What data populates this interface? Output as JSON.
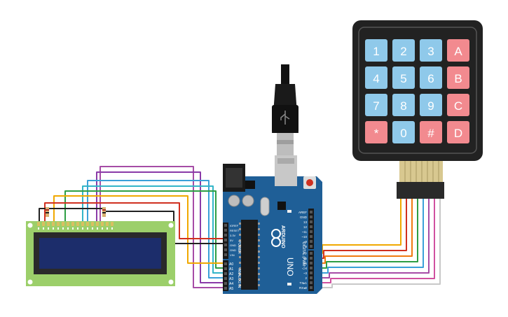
{
  "keypad": {
    "keys": [
      {
        "label": "1",
        "color": "#8fc9ea"
      },
      {
        "label": "2",
        "color": "#8fc9ea"
      },
      {
        "label": "3",
        "color": "#8fc9ea"
      },
      {
        "label": "A",
        "color": "#f28a8f"
      },
      {
        "label": "4",
        "color": "#8fc9ea"
      },
      {
        "label": "5",
        "color": "#8fc9ea"
      },
      {
        "label": "6",
        "color": "#8fc9ea"
      },
      {
        "label": "B",
        "color": "#f28a8f"
      },
      {
        "label": "7",
        "color": "#8fc9ea"
      },
      {
        "label": "8",
        "color": "#8fc9ea"
      },
      {
        "label": "9",
        "color": "#8fc9ea"
      },
      {
        "label": "C",
        "color": "#f28a8f"
      },
      {
        "label": "*",
        "color": "#f28a8f"
      },
      {
        "label": "0",
        "color": "#8fc9ea"
      },
      {
        "label": "#",
        "color": "#f28a8f"
      },
      {
        "label": "D",
        "color": "#f28a8f"
      }
    ]
  },
  "arduino": {
    "brand": "ARDUINO",
    "model": "UNO",
    "digital_header": "DIGITAL (PWM~)",
    "power_header": "POWER",
    "analog_header": "ANALOG IN",
    "power_pins": [
      "IOREF",
      "RESET",
      "3.3V",
      "5V",
      "GND",
      "GND",
      "VIN"
    ],
    "analog_pins": [
      "A0",
      "A1",
      "A2",
      "A3",
      "A4",
      "A5"
    ],
    "digital_pins_top": [
      "AREF",
      "GND",
      "13",
      "12",
      "~11",
      "~10",
      "~9",
      "8"
    ],
    "digital_pins_bottom": [
      "7",
      "~6",
      "~5",
      "4",
      "~3",
      "2",
      "TX▸1",
      "RX◂0"
    ]
  },
  "colors": {
    "board": "#1f5f97",
    "lcd_pcb": "#9ccf6a",
    "lcd_screen": "#1c2d6b",
    "keypad_body": "#222222",
    "wires": [
      "#a64ca6",
      "#3aa0d8",
      "#2e9e44",
      "#f0a800",
      "#d03020",
      "#b0b0b0",
      "#333333"
    ]
  }
}
